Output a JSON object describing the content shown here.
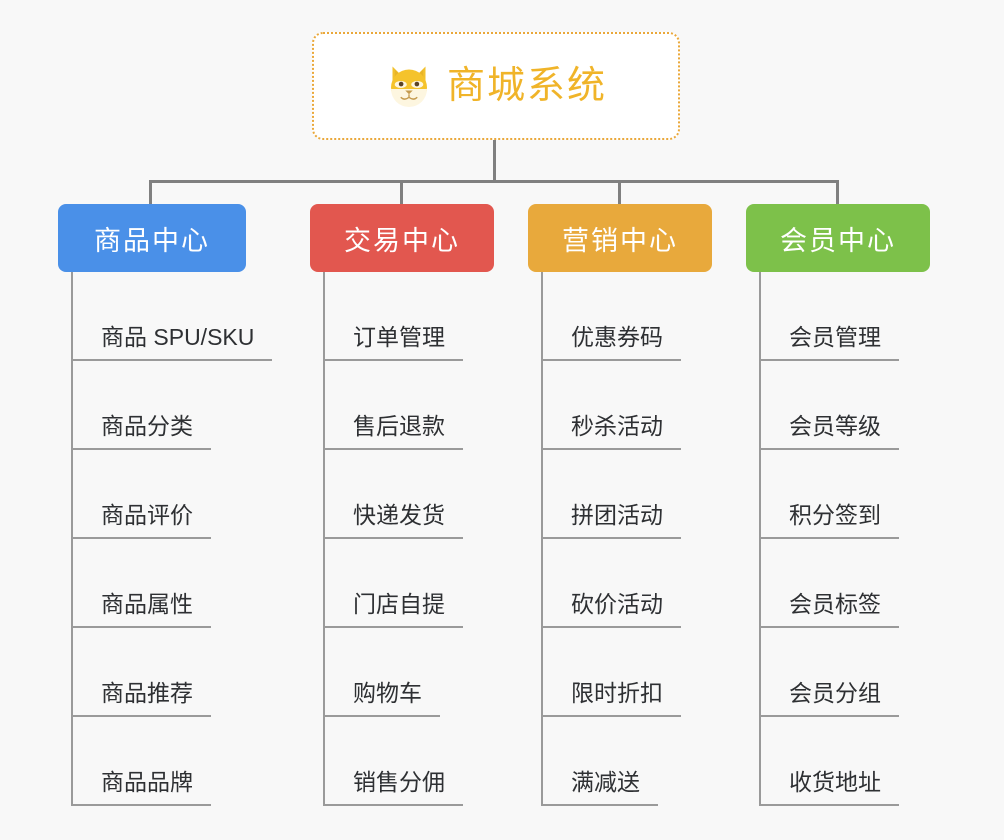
{
  "page": {
    "background_color": "#f8f8f8",
    "line_color": "#808080"
  },
  "root": {
    "title": "商城系统",
    "icon": "shiba-dog-icon",
    "border_color": "#eaa83a",
    "text_color": "#f0b429"
  },
  "columns": [
    {
      "id": "product-center",
      "label": "商品中心",
      "color": "#4a90e8",
      "items": [
        "商品 SPU/SKU",
        "商品分类",
        "商品评价",
        "商品属性",
        "商品推荐",
        "商品品牌"
      ]
    },
    {
      "id": "trade-center",
      "label": "交易中心",
      "color": "#e2574f",
      "items": [
        "订单管理",
        "售后退款",
        "快递发货",
        "门店自提",
        "购物车",
        "销售分佣"
      ]
    },
    {
      "id": "marketing-center",
      "label": "营销中心",
      "color": "#e8a93c",
      "items": [
        "优惠券码",
        "秒杀活动",
        "拼团活动",
        "砍价活动",
        "限时折扣",
        "满减送"
      ]
    },
    {
      "id": "member-center",
      "label": "会员中心",
      "color": "#7dc14a",
      "items": [
        "会员管理",
        "会员等级",
        "积分签到",
        "会员标签",
        "会员分组",
        "收货地址"
      ]
    }
  ]
}
